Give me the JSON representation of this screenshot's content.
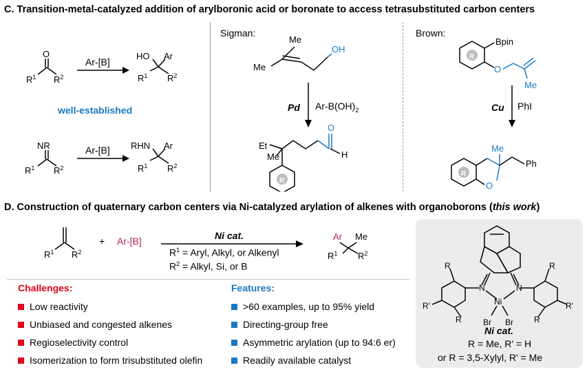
{
  "sectionC": {
    "title": "C. Transition-metal-catalyzed addition of arylboronic acid or boronate to access tetrasubstituted carbon centers",
    "left": {
      "reagent1": "Ar-[B]",
      "reagent2": "Ar-[B]",
      "well_established": "well-established"
    },
    "sigman": {
      "label": "Sigman:",
      "catalyst": "Pd",
      "reagent": "Ar-B(OH)",
      "reagent_sub": "2"
    },
    "brown": {
      "label": "Brown:",
      "catalyst": "Cu",
      "reagent": "PhI"
    }
  },
  "sectionD": {
    "title_prefix": "D.  Construction of quaternary carbon centers via Ni-catalyzed arylation of alkenes with organoborons (",
    "title_emph": "this work",
    "title_suffix": ")",
    "plus": "+",
    "reagent": "Ar-[B]",
    "catalyst": "Ni cat.",
    "condition_r1": "= Aryl, Alkyl, or Alkenyl",
    "condition_r2": "= Alkyl, Si, or B",
    "challenges_title": "Challenges:",
    "challenges": [
      "Low reactivity",
      "Unbiased and congested alkenes",
      "Regioselectivity control",
      "Isomerization to form trisubstituted olefin"
    ],
    "features_title": "Features:",
    "features": [
      ">60 examples, up to 95% yield",
      "Directing-group free",
      "Asymmetric arylation (up to 94:6 er)",
      "Readily available catalyst"
    ],
    "catbox": {
      "name": "Ni cat.",
      "line1": "R = Me, R' = H",
      "line2": "or R = 3,5-Xylyl, R' = Me"
    }
  },
  "colors": {
    "blue": "#1a78c2",
    "red": "#e0001a",
    "magenta": "#b0245e",
    "panel": "#ececec"
  }
}
